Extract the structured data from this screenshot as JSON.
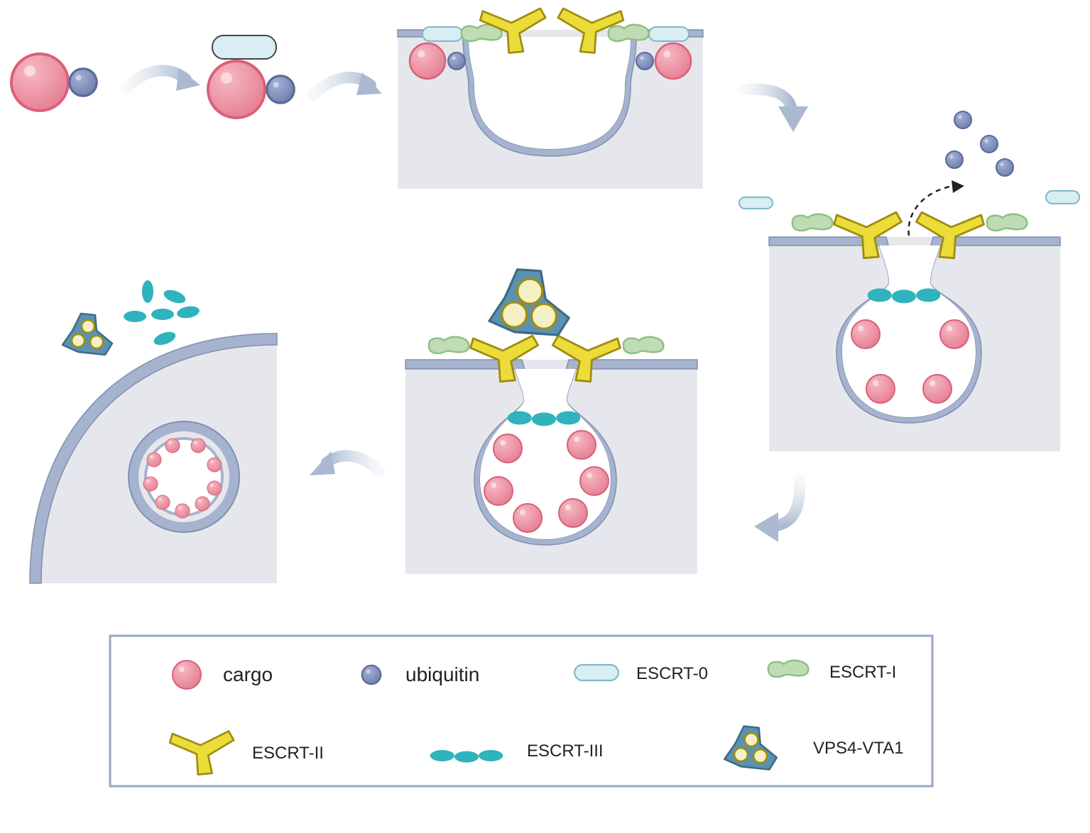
{
  "colors": {
    "cargo": "#ec8b9b",
    "cargo_stroke": "#d9607a",
    "ubiquitin": "#7f8fbc",
    "ubiquitin_stroke": "#5a6a98",
    "escrt0": "#d8eef3",
    "escrt0_stroke": "#7fb7c9",
    "escrt1": "#bfdcb5",
    "escrt1_stroke": "#8fc083",
    "escrt2": "#ecdc3a",
    "escrt2_stroke": "#a08c10",
    "escrt3": "#2fb3bd",
    "vps4": "#5a93b2",
    "vps4_stroke": "#3f6b86",
    "cytoplasm": "#e6e7ec",
    "membrane": "#a6b3ce",
    "membrane_edge": "#8190b0",
    "arrow": "#b4c2d6"
  },
  "legend": {
    "cargo": "cargo",
    "ubiquitin": "ubiquitin",
    "escrt0": "ESCRT-0",
    "escrt1": "ESCRT-I",
    "escrt2": "ESCRT-II",
    "escrt3": "ESCRT-III",
    "vps4": "VPS4-VTA1"
  }
}
